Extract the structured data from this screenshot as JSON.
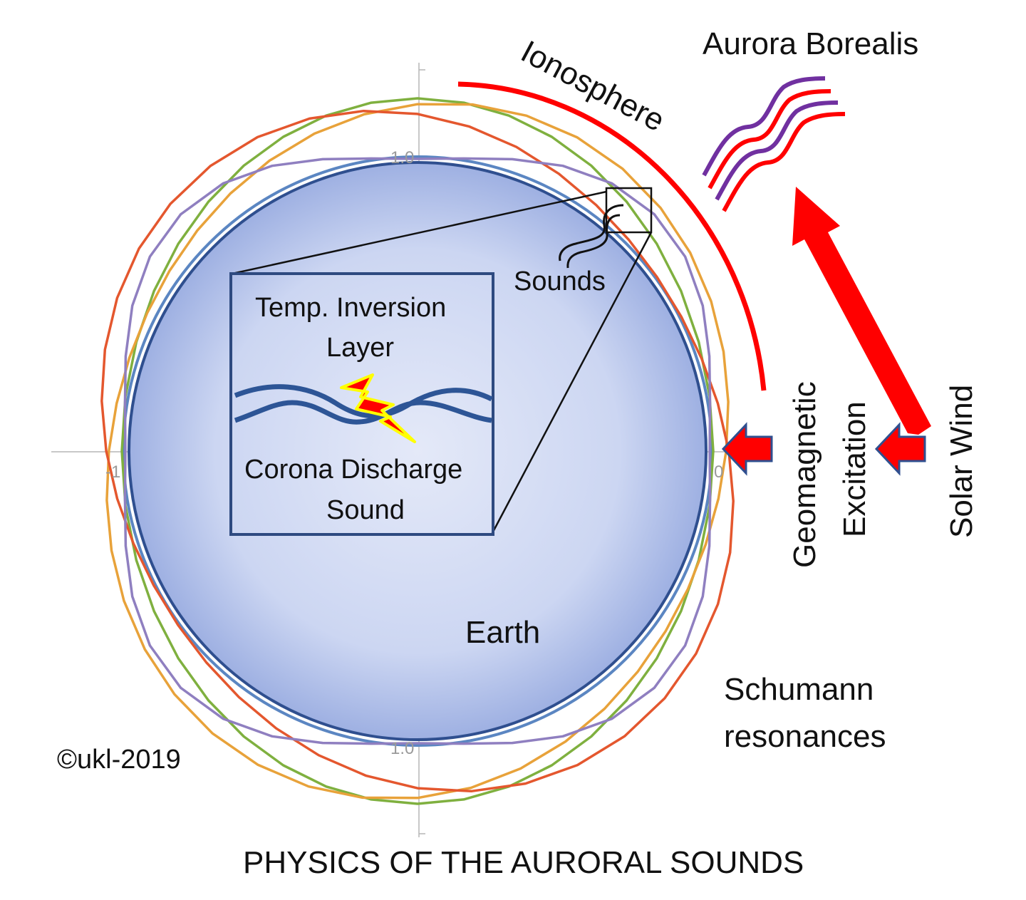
{
  "labels": {
    "ionosphere": "Ionosphere",
    "aurora": "Aurora Borealis",
    "sounds": "Sounds",
    "inset_line1": "Temp. Inversion",
    "inset_line2": "Layer",
    "inset_line3": "Corona Discharge",
    "inset_line4": "Sound",
    "earth": "Earth",
    "geomagnetic": "Geomagnetic",
    "excitation": "Excitation",
    "solar_wind": "Solar Wind",
    "schumann1": "Schumann",
    "schumann2": "resonances",
    "copyright": "©ukl-2019",
    "title": "PHYSICS OF THE AURORAL SOUNDS"
  },
  "axis_ticks": {
    "top": "1.0",
    "bottom": "1.0",
    "left": "-1",
    "right": "0"
  },
  "colors": {
    "earth_center": "#e4e9f8",
    "earth_edge": "#9eb0e2",
    "earth_outline": "#2f4f8f",
    "inner_ring": "#5b86c2",
    "mode_green": "#7fb03f",
    "mode_orange": "#e8a23a",
    "mode_red": "#e4572e",
    "mode_purple": "#8f7fc0",
    "arrow_red": "#ff0000",
    "aurora_purple": "#7030a0",
    "inset_border": "#2e4a80",
    "wave_blue": "#2d5596",
    "lightning_fill": "#ff0000",
    "lightning_edge": "#ffff00"
  }
}
